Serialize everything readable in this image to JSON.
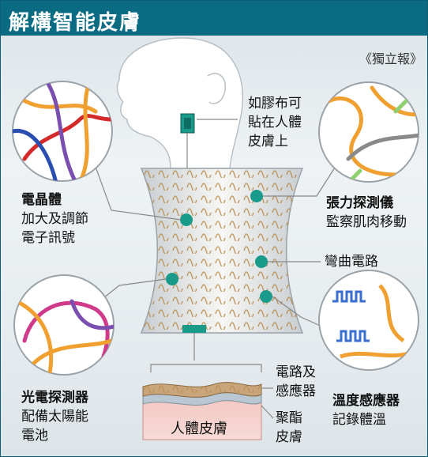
{
  "title": "解構智能皮膚",
  "credit": "《獨立報》",
  "labels": {
    "patch": "如膠布可\n貼在人體\n皮膚上",
    "transistor_title": "電晶體",
    "transistor_desc": "加大及調節\n電子訊號",
    "strain_title": "張力探測儀",
    "strain_desc": "監察肌肉移動",
    "curved_circuit": "彎曲電路",
    "photo_title": "光電探測器",
    "photo_desc": "配備太陽能\n電池",
    "temp_title": "溫度感應器",
    "temp_desc": "記錄體溫",
    "circuit_sensor": "電路及\n感應器",
    "polyester_skin": "聚酯\n皮膚",
    "human_skin": "人體皮膚"
  },
  "colors": {
    "title_bar": "#0b6b83",
    "node": "#1a9a8a",
    "wire_orange": "#f0a030"
  }
}
